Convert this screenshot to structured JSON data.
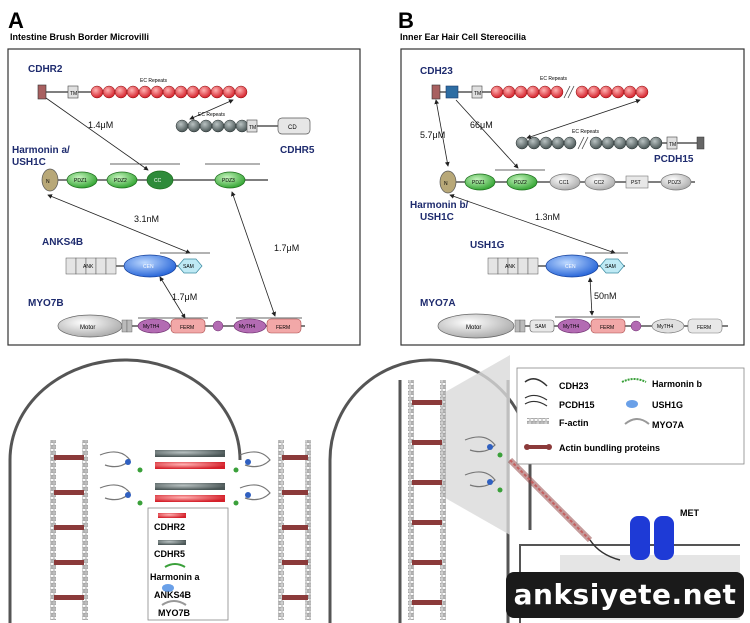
{
  "panel_a": {
    "letter": "A",
    "title": "Intestine Brush Border Microvilli",
    "labels": {
      "cdhr2": "CDHR2",
      "cdhr5": "CDHR5",
      "harmonin_line1": "Harmonin a/",
      "harmonin_line2": "USH1C",
      "anks4b": "ANKS4B",
      "myo7b": "MYO7B"
    },
    "affinities": {
      "cdhr2_cdhr5": "1.4μM",
      "harmonin_anks4b": "3.1nM",
      "anks4b_myo7b": "1.7μM",
      "harmonin_myo7b": "1.7μM"
    },
    "domains": {
      "ec_repeats": "EC Repeats",
      "tm": "TM",
      "cd": "CD",
      "pdz1": "PDZ1",
      "pdz2": "PDZ2",
      "cc": "CC",
      "pdz3": "PDZ3",
      "ank": "ANK",
      "cen": "CEN",
      "sam": "SAM",
      "motor": "Motor",
      "myth4": "MyTH4",
      "ferm": "FERM"
    }
  },
  "panel_b": {
    "letter": "B",
    "title": "Inner Ear Hair Cell Stereocilia",
    "labels": {
      "cdh23": "CDH23",
      "pcdh15": "PCDH15",
      "harmonin_line1": "Harmonin b/",
      "harmonin_line2": "USH1C",
      "ush1g": "USH1G",
      "myo7a": "MYO7A"
    },
    "affinities": {
      "cdh23_harmonin": "5.7μM",
      "cdh23_pcdh15": "66μM",
      "harmonin_ush1g": "1.3nM",
      "ush1g_myo7a": "50nM"
    },
    "domains": {
      "ec_repeats": "EC Repeats",
      "tm": "TM",
      "pdz1": "PDZ1",
      "pdz2": "PDZ2",
      "cc1": "CC1",
      "cc2": "CC2",
      "pst": "PST",
      "pdz3": "PDZ3",
      "ank": "ANK",
      "cen": "CEN",
      "sam": "SAM",
      "motor": "Motor",
      "myth4": "MyTH4",
      "ferm": "FERM"
    }
  },
  "legend_a": [
    "CDHR2",
    "CDHR5",
    "Harmonin a",
    "ANKS4B",
    "MYO7B"
  ],
  "legend_b": {
    "cdh23": "CDH23",
    "pcdh15": "PCDH15",
    "factin": "F-actin",
    "harmonin_b": "Harmonin b",
    "ush1g": "USH1G",
    "myo7a": "MYO7A",
    "bundling": "Actin bundling proteins"
  },
  "met_label": "MET",
  "watermark": "anksiyete.net"
}
